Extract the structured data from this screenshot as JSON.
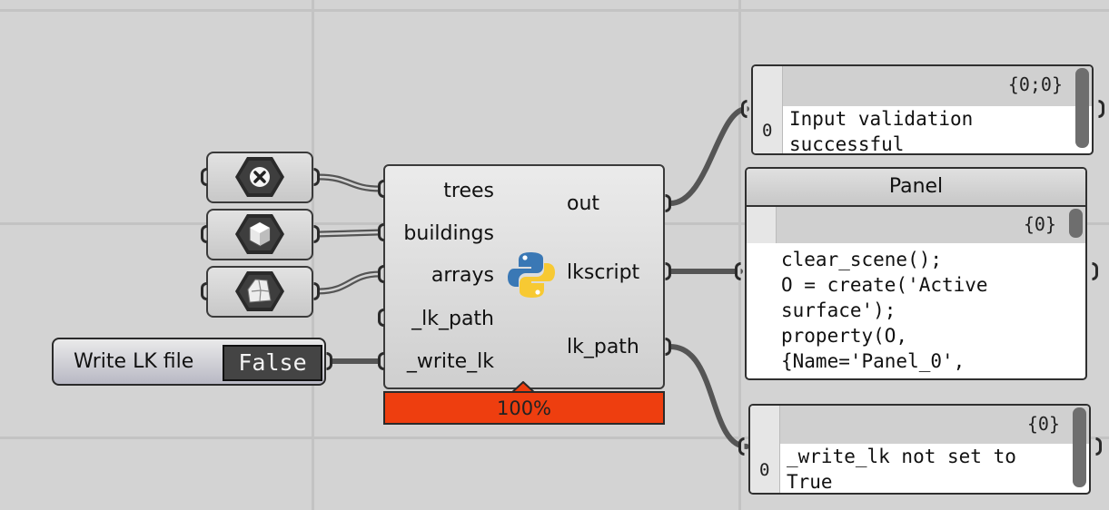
{
  "params": {
    "trees_icon": "close-hex-icon",
    "buildings_icon": "box-hex-icon",
    "arrays_icon": "surface-hex-icon"
  },
  "python_component": {
    "inputs": [
      "trees",
      "buildings",
      "arrays",
      "_lk_path",
      "_write_lk"
    ],
    "outputs": [
      "out",
      "lkscript",
      "lk_path"
    ],
    "progress": "100%",
    "progress_value": 1.0,
    "progress_color": "#ee3e0f"
  },
  "toggle": {
    "label": "Write LK file",
    "value": "False"
  },
  "panel_top": {
    "path": "{0;0}",
    "index": "0",
    "lines": [
      "Input validation",
      "successful"
    ]
  },
  "panel_mid": {
    "title": "Panel",
    "path": "{0}",
    "lines": [
      "clear_scene();",
      "O = create('Active",
      "surface');",
      "property(O,",
      "{Name='Panel_0',"
    ]
  },
  "panel_bot": {
    "path": "{0}",
    "index": "0",
    "lines": [
      "_write_lk not set to",
      "True"
    ]
  }
}
